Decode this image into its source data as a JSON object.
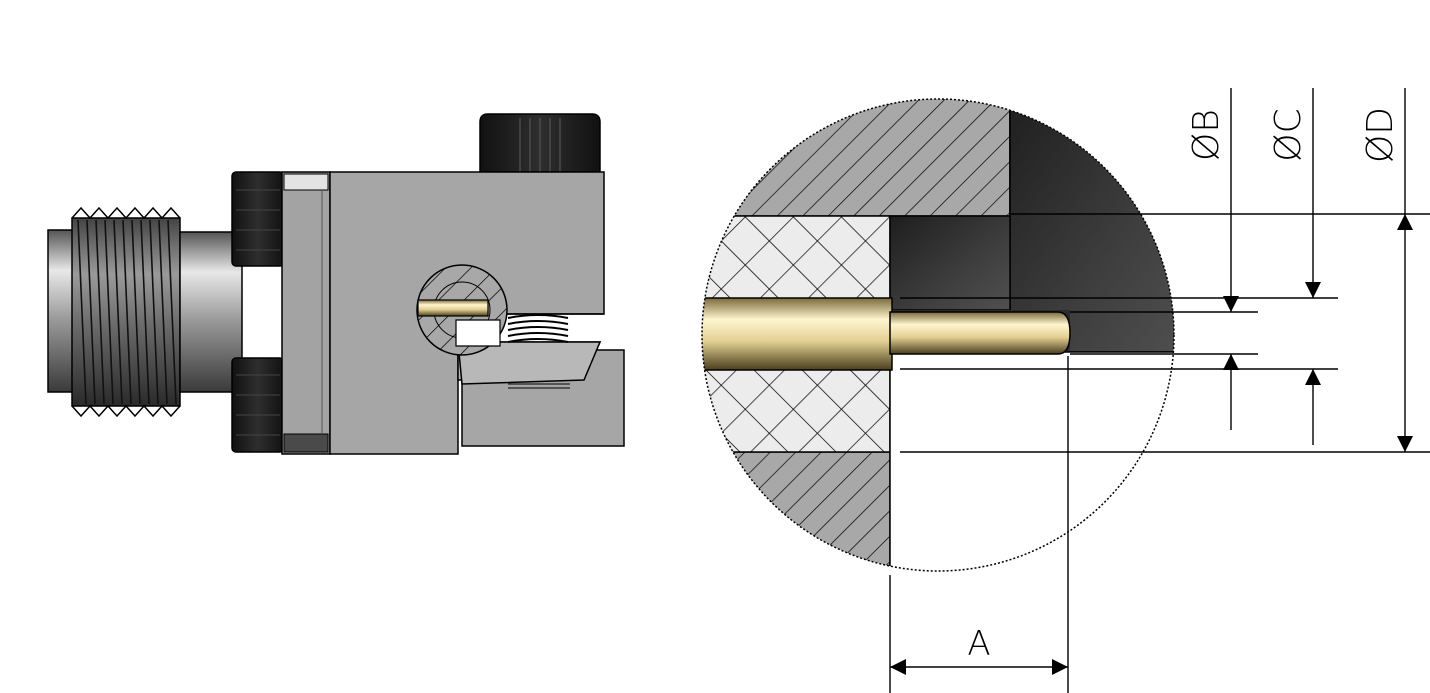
{
  "labels": {
    "dim_a": "A",
    "dim_b": "ØB",
    "dim_c": "ØC",
    "dim_d": "ØD"
  },
  "colors": {
    "background": "#ffffff",
    "housing_grey": "#a6a6a6",
    "dark_body": "#333333",
    "pin_gold": "#d8c88e",
    "insulator": "#ececec",
    "line": "#000000"
  }
}
